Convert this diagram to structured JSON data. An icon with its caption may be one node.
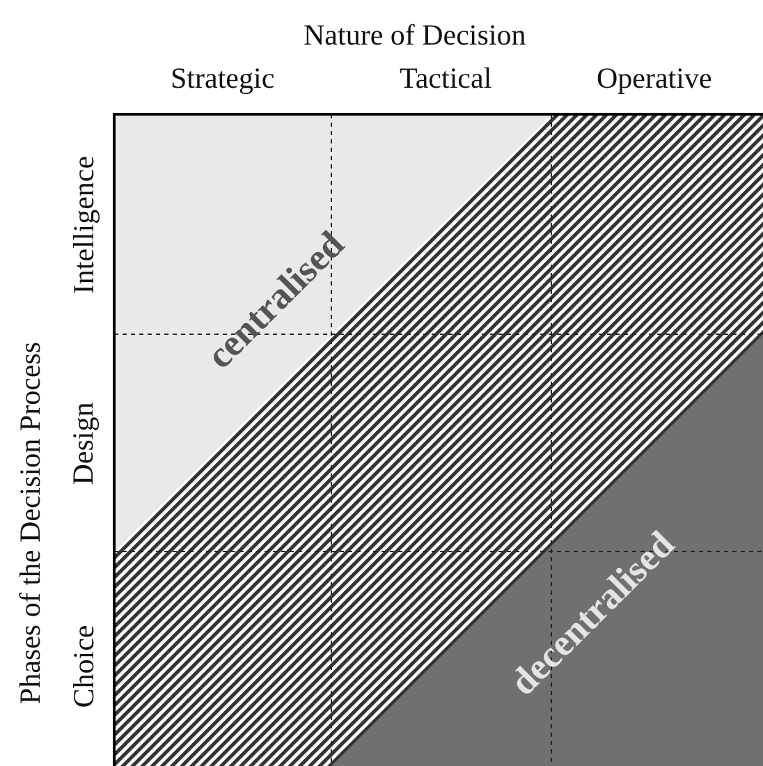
{
  "diagram": {
    "labels": [
      "Nature of Decision",
      "Strategic",
      "Tactical",
      "Operative",
      "Phases of the Decision Process",
      "Intelligence",
      "centralised",
      "Design",
      "Choice",
      "decentralised"
    ]
  }
}
